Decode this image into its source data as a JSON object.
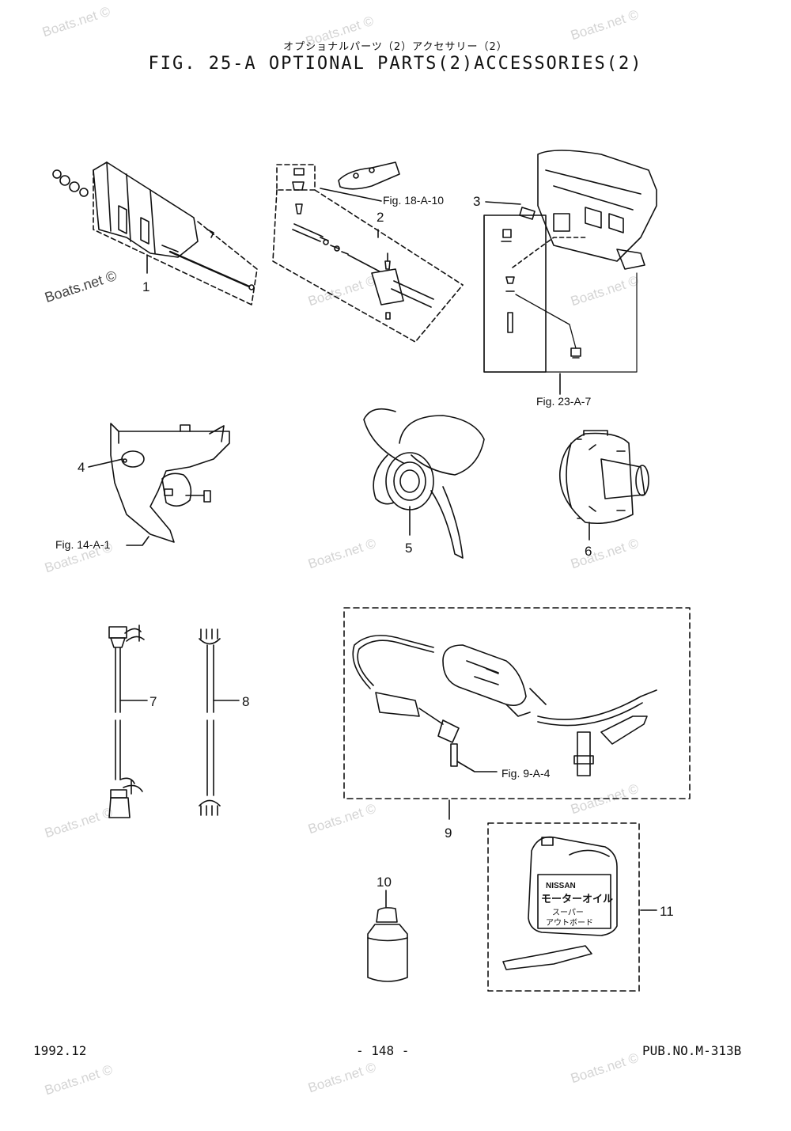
{
  "header": {
    "title_jp": "オプショナルパーツ（2）アクセサリー（2）",
    "title": "FIG. 25-A OPTIONAL PARTS(2)ACCESSORIES(2)"
  },
  "footer": {
    "date": "1992.12",
    "page": "- 148 -",
    "pub_no": "PUB.NO.M-313B"
  },
  "watermark": "Boats.net ©",
  "callouts": {
    "p1": "1",
    "p2": "2",
    "p3": "3",
    "p4": "4",
    "p5": "5",
    "p6": "6",
    "p7": "7",
    "p8": "8",
    "p9": "9",
    "p10": "10",
    "p11": "11"
  },
  "references": {
    "r18": "Fig. 18-A-10",
    "r23": "Fig. 23-A-7",
    "r14": "Fig. 14-A-1",
    "r9": "Fig. 9-A-4"
  },
  "oil_label": {
    "brand": "NISSAN",
    "line1": "モーターオイル",
    "line2": "スーパー",
    "line3": "アウトボード"
  },
  "colors": {
    "ink": "#111111",
    "watermark": "#d4d4d4"
  }
}
